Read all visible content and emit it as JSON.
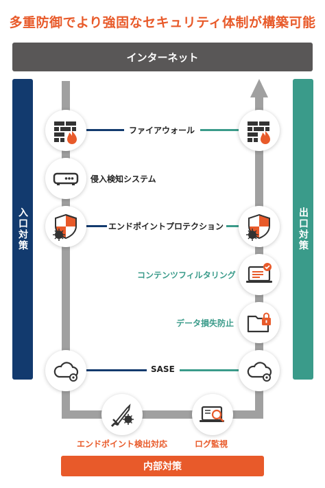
{
  "title": "多重防御でより強固なセキュリティ体制が構築可能",
  "internet_label": "インターネット",
  "inbound_label": "入口対策",
  "outbound_label": "出口対策",
  "internal_label": "内部対策",
  "layers": {
    "firewall": "ファイアウォール",
    "ids": "侵入検知システム",
    "endpoint_protection": "エンドポイントプロテクション",
    "content_filtering": "コンテンツフィルタリング",
    "dlp": "データ損失防止",
    "sase": "SASE",
    "edr": "エンドポイント検出対応",
    "log_monitoring": "ログ監視"
  },
  "colors": {
    "accent": "#e85a2a",
    "inbound": "#123a6e",
    "outbound": "#3a9b8a",
    "internet": "#595757",
    "path": "#a0a0a0"
  },
  "icons": {
    "firewall": "firewall-icon",
    "ids": "router-icon",
    "endpoint_protection": "shield-virus-icon",
    "content_filtering": "laptop-filter-icon",
    "dlp": "folder-lock-icon",
    "sase": "cloud-gear-icon",
    "edr": "sword-virus-icon",
    "log_monitoring": "laptop-search-icon"
  }
}
